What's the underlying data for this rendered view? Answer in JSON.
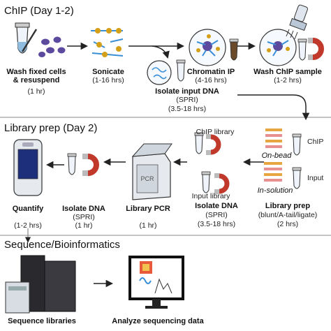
{
  "sections": {
    "chip": {
      "title": "ChIP (Day 1-2)",
      "steps": [
        {
          "label": "Wash fixed cells",
          "label2": "& resuspend",
          "time": "(1 hr)"
        },
        {
          "label": "Sonicate",
          "time": "(1-16 hrs)"
        },
        {
          "label": "Chromatin IP",
          "time": "(4-16 hrs)"
        },
        {
          "label": "Wash ChIP sample",
          "time": "(1-2 hrs)"
        }
      ],
      "input": {
        "label": "Isolate input DNA",
        "method": "(SPRI)",
        "time": "(3.5-18 hrs)"
      }
    },
    "library": {
      "title": "Library prep (Day 2)",
      "chip_library": "ChIP library",
      "input_library": "Input library",
      "on_bead": "On-bead",
      "in_solution": "In-solution",
      "chip_tag": "ChIP",
      "input_tag": "Input",
      "pcr_tag": "PCR",
      "steps": [
        {
          "label": "Quantify",
          "time": "(1-2 hrs)"
        },
        {
          "label": "Isolate DNA",
          "method": "(SPRI)",
          "time": "(1 hr)"
        },
        {
          "label": "Library PCR",
          "time": "(1 hr)"
        },
        {
          "label": "Isolate DNA",
          "method": "(SPRI)",
          "time": "(3.5-18 hrs)"
        },
        {
          "label": "Library prep",
          "method": "(blunt/A-tail/ligate)",
          "time": "(2 hrs)"
        }
      ]
    },
    "sequence": {
      "title": "Sequence/Bioinformatics",
      "steps": [
        {
          "label": "Sequence libraries"
        },
        {
          "label": "Analyze sequencing data"
        }
      ]
    }
  },
  "colors": {
    "nuclei": "#5b4a9e",
    "magnet_red": "#c0392b",
    "tube_blue": "#3a8fd6",
    "section_line": "#888888",
    "arrow": "#222222"
  }
}
